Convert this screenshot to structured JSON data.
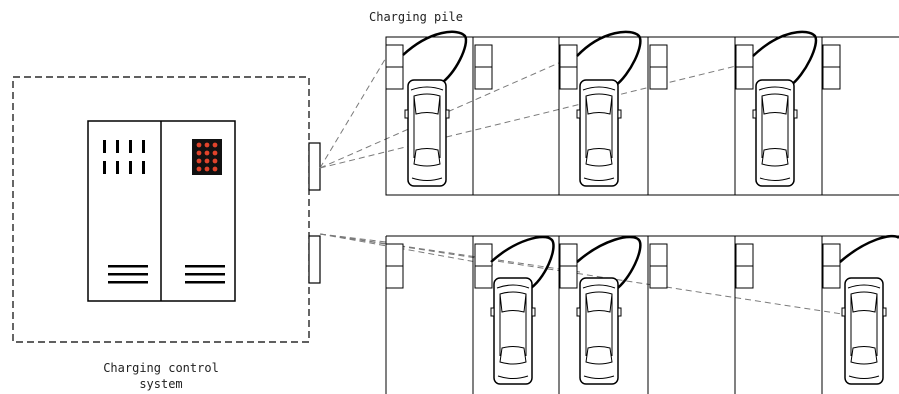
{
  "labels": {
    "charging_pile": "Charging pile",
    "control_system_line1": "Charging control",
    "control_system_line2": "system"
  },
  "colors": {
    "stroke": "#000000",
    "dashed_link": "#7a7a7a",
    "indicator_panel": "#111111",
    "indicator_dot": "#e0432b"
  },
  "icons": [
    "charging-cabinet-icon",
    "charging-pile-icon",
    "car-icon",
    "charging-cable-icon"
  ]
}
